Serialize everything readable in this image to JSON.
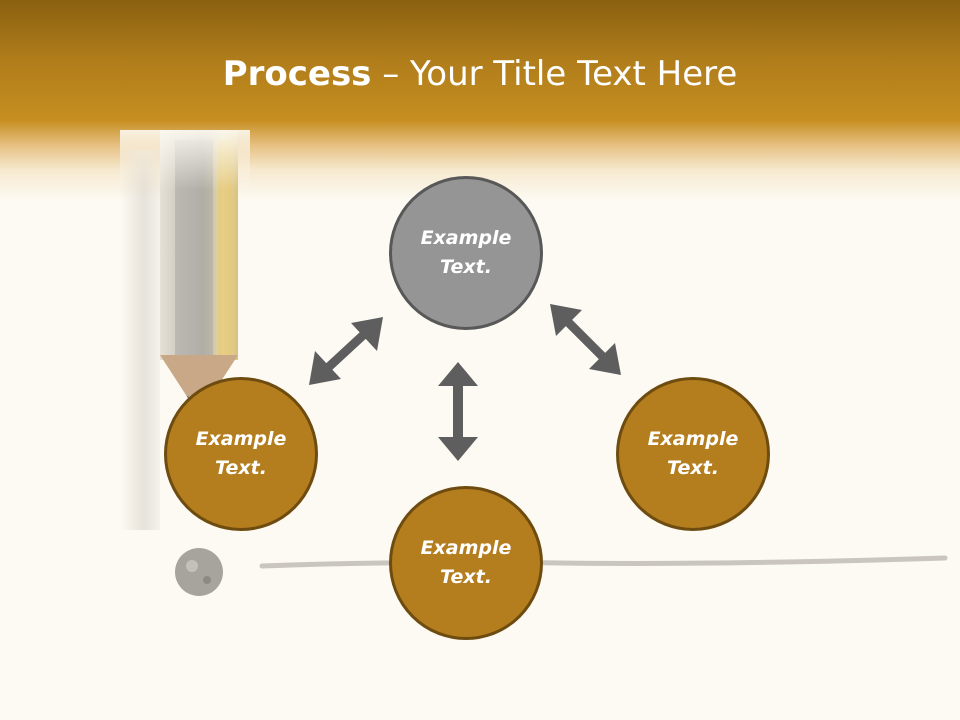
{
  "title": {
    "bold": "Process",
    "rest": " – Your Title Text Here"
  },
  "nodes": {
    "top": "Example Text.",
    "left": "Example Text.",
    "right": "Example Text.",
    "bottom": "Example Text."
  },
  "colors": {
    "header": "#c68e20",
    "background": "#fdfaf3",
    "node_gold": "#b47d1e",
    "node_gold_border": "#6e4c10",
    "node_gray": "#959595",
    "node_gray_border": "#585858",
    "arrow": "#5e5e5e"
  },
  "icons": {
    "decoration": "pencil-icon",
    "connectors": "double-headed-arrow-icon"
  }
}
